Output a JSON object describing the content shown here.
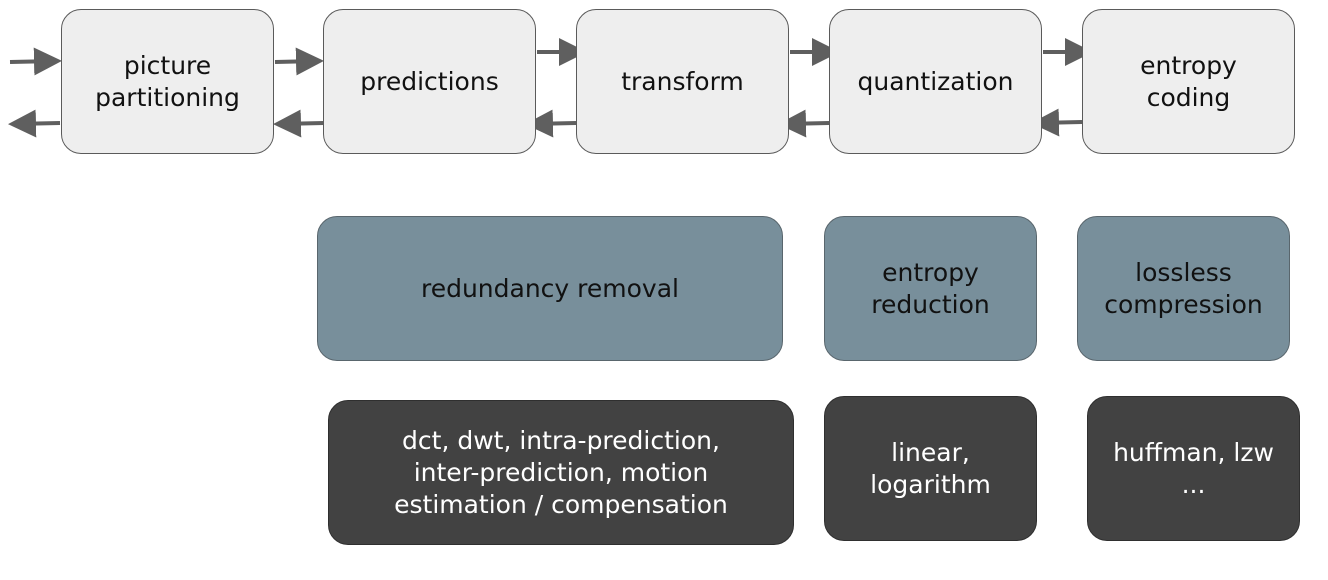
{
  "colors": {
    "stage_fill": "#eeeeee",
    "goal_fill": "#788f9b",
    "technique_fill": "#424242",
    "arrow": "#5f5f5f"
  },
  "stages": [
    {
      "label": "picture\npartitioning"
    },
    {
      "label": "predictions"
    },
    {
      "label": "transform"
    },
    {
      "label": "quantization"
    },
    {
      "label": "entropy\ncoding"
    }
  ],
  "goals": [
    {
      "label": "redundancy removal"
    },
    {
      "label": "entropy\nreduction"
    },
    {
      "label": "lossless\ncompression"
    }
  ],
  "techniques": [
    {
      "label": "dct, dwt, intra-prediction,\ninter-prediction, motion\nestimation / compensation"
    },
    {
      "label": "linear,\nlogarithm"
    },
    {
      "label": "huffman, lzw\n..."
    }
  ]
}
